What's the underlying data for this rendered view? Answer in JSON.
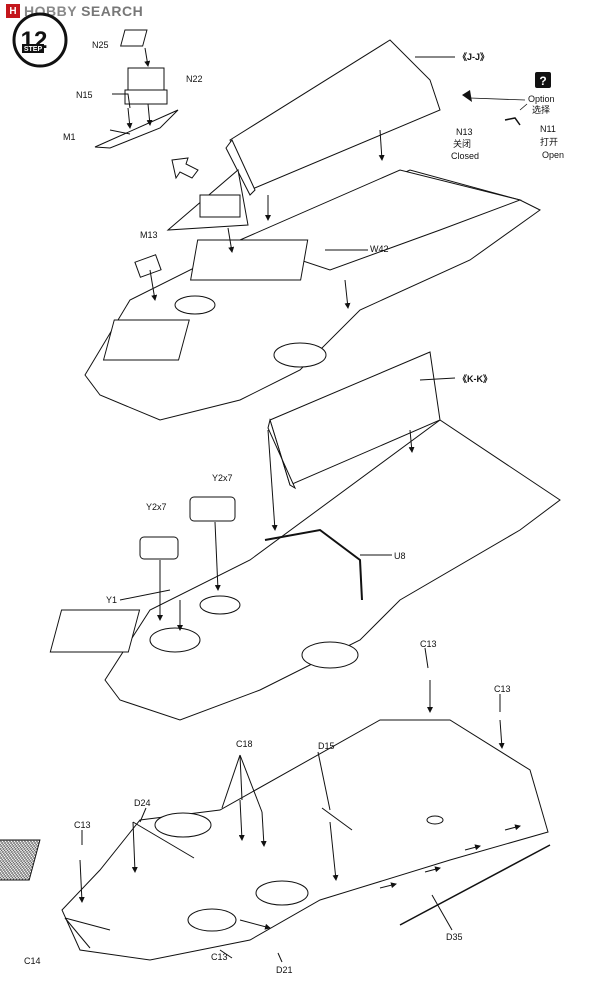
{
  "header": {
    "logo_mark": "H",
    "logo_word": "HOBBY",
    "logo_search": "SEARCH"
  },
  "step": {
    "number": "12",
    "label": "STEP"
  },
  "option": {
    "icon": "?",
    "label_en": "Option",
    "label_cn": "选择",
    "closed_part": "N13",
    "closed_cn": "关闭",
    "closed_en": "Closed",
    "open_part": "N11",
    "open_cn": "打开",
    "open_en": "Open"
  },
  "callouts": {
    "jj": "《J-J》",
    "kk": "《K-K》"
  },
  "parts": {
    "n25": "N25",
    "n22": "N22",
    "n15": "N15",
    "m1": "M1",
    "m13": "M13",
    "w42": "W42",
    "y2x7_a": "Y2x7",
    "y2x7_b": "Y2x7",
    "y1": "Y1",
    "u8": "U8",
    "c13_a": "C13",
    "c13_b": "C13",
    "c13_c": "C13",
    "c13_d": "C13",
    "c18": "C18",
    "d15": "D15",
    "d24": "D24",
    "c14": "C14",
    "d21": "D21",
    "d35": "D35"
  }
}
